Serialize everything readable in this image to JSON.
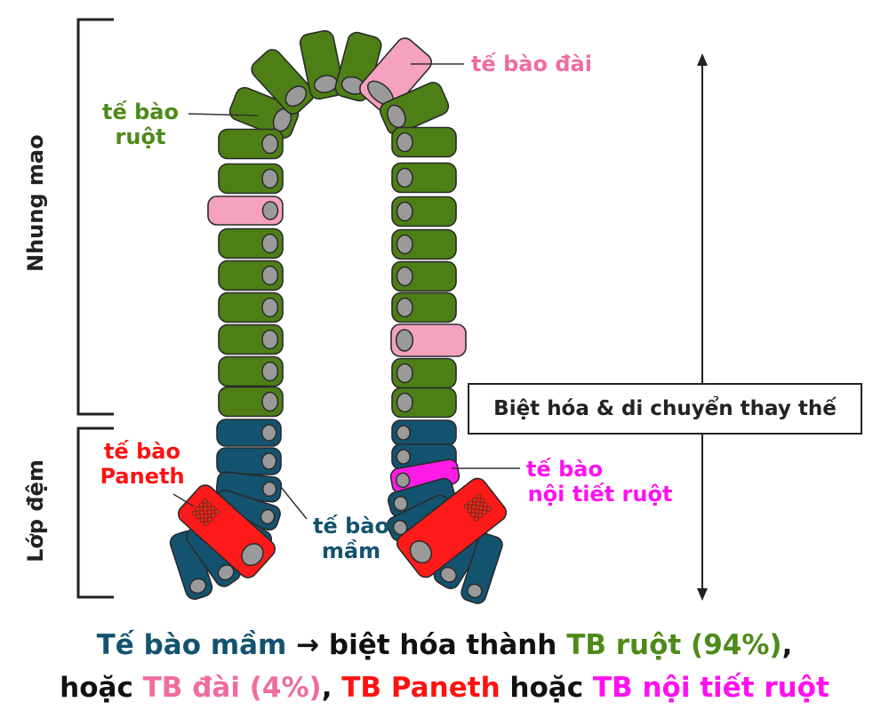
{
  "colors": {
    "enterocyte": "#4e7f16",
    "stem": "#13536f",
    "goblet": "#f4a2bf",
    "paneth": "#ff1a1a",
    "enteroendocrine": "#ff1ae6",
    "nucleus": "#9a9a9a",
    "outline": "#2a2a2a"
  },
  "labels": {
    "enterocyte": [
      "tế bào",
      "ruột"
    ],
    "goblet": "tế bào đài",
    "paneth": [
      "tế bào",
      "Paneth"
    ],
    "stem": [
      "tế bào",
      "mầm"
    ],
    "enteroendocrine": [
      "tế bào",
      "nội tiết ruột"
    ]
  },
  "regions": {
    "villus": "Nhung mao",
    "crypt": "Lớp đệm"
  },
  "process_box": "Biệt hóa & di chuyển thay thế",
  "caption": {
    "line1": [
      {
        "text": "Tế bào mầm",
        "color": "#13536f"
      },
      {
        "text": " → biệt hóa thành ",
        "color": "#111111"
      },
      {
        "text": "TB ruột (94%)",
        "color": "#4e8a1a"
      },
      {
        "text": ",",
        "color": "#111111"
      }
    ],
    "line2": [
      {
        "text": "hoặc ",
        "color": "#111111"
      },
      {
        "text": "TB đài (4%)",
        "color": "#f06c9e"
      },
      {
        "text": ",  ",
        "color": "#111111"
      },
      {
        "text": "TB Paneth",
        "color": "#ff1111"
      },
      {
        "text": " hoặc ",
        "color": "#111111"
      },
      {
        "text": "TB nội tiết ruột",
        "color": "#ff10f0"
      }
    ]
  }
}
